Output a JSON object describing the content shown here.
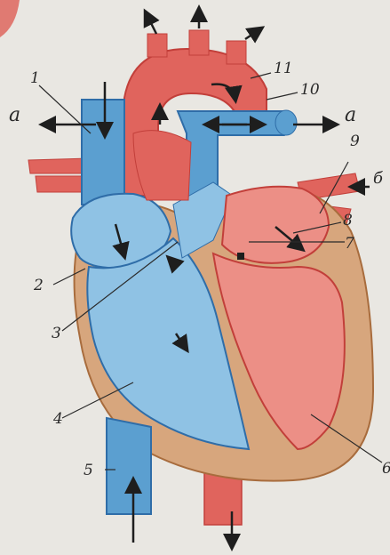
{
  "labels": {
    "n1": "1",
    "n2": "2",
    "n3": "3",
    "n4": "4",
    "n5": "5",
    "n6": "6",
    "n7": "7",
    "n8": "8",
    "n9": "9",
    "n10": "10",
    "n11": "11",
    "a_left": "a",
    "a_right": "a",
    "b_right": "б"
  },
  "colors": {
    "paper": "#e9e7e2",
    "oxygen_poor_blood": "#5b9fd0",
    "oxygen_poor_dark": "#2f6da8",
    "oxygen_rich_blood": "#e0645d",
    "oxygen_rich_dark": "#c23f3a",
    "heart_wall": "#d7a67d",
    "ink": "#1e1e1e"
  }
}
